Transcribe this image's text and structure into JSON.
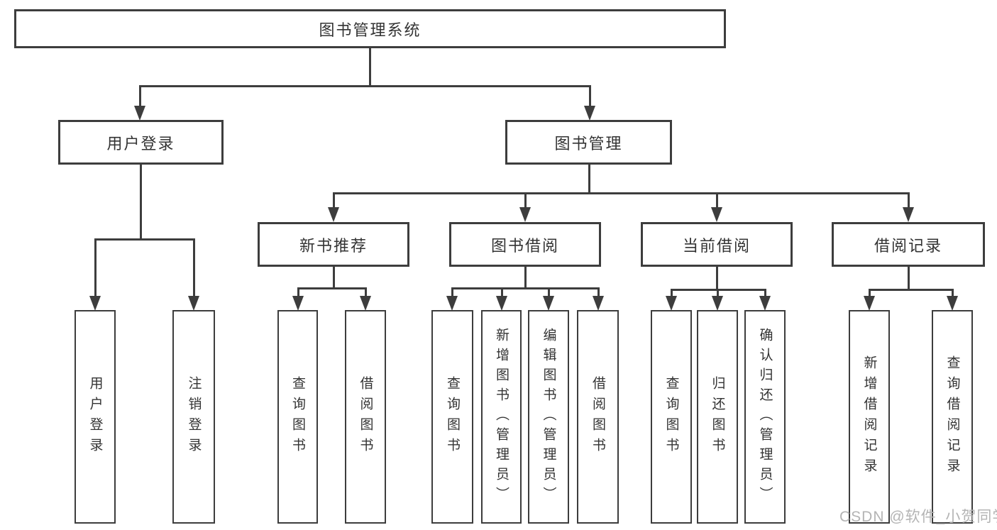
{
  "nodes": {
    "root": {
      "label": "图书管理系统"
    },
    "user_login": {
      "label": "用户登录"
    },
    "book_mgmt": {
      "label": "图书管理"
    },
    "leaf_user_login": {
      "label": "用户登录"
    },
    "leaf_logout": {
      "label": "注销登录"
    },
    "new_book_rec": {
      "label": "新书推荐"
    },
    "book_borrow": {
      "label": "图书借阅"
    },
    "current_borrow": {
      "label": "当前借阅"
    },
    "borrow_records": {
      "label": "借阅记录"
    },
    "nbr_query_books": {
      "label": "查询图书"
    },
    "nbr_borrow_books": {
      "label": "借阅图书"
    },
    "bb_query_books": {
      "label": "查询图书"
    },
    "bb_add_books": {
      "label": "新增图书（管理员）"
    },
    "bb_edit_books": {
      "label": "编辑图书（管理员）"
    },
    "bb_borrow_books": {
      "label": "借阅图书"
    },
    "cb_query_books": {
      "label": "查询图书"
    },
    "cb_return_books": {
      "label": "归还图书"
    },
    "cb_confirm_return": {
      "label": "确认归还（管理员）"
    },
    "br_add_record": {
      "label": "新增借阅记录"
    },
    "br_query_record": {
      "label": "查询借阅记录"
    }
  },
  "watermark": {
    "text": "CSDN @软件_小贺同学"
  },
  "colors": {
    "line": "#3d3d3d",
    "text": "#333333",
    "watermark": "#b4b4b4",
    "background": "#ffffff"
  }
}
